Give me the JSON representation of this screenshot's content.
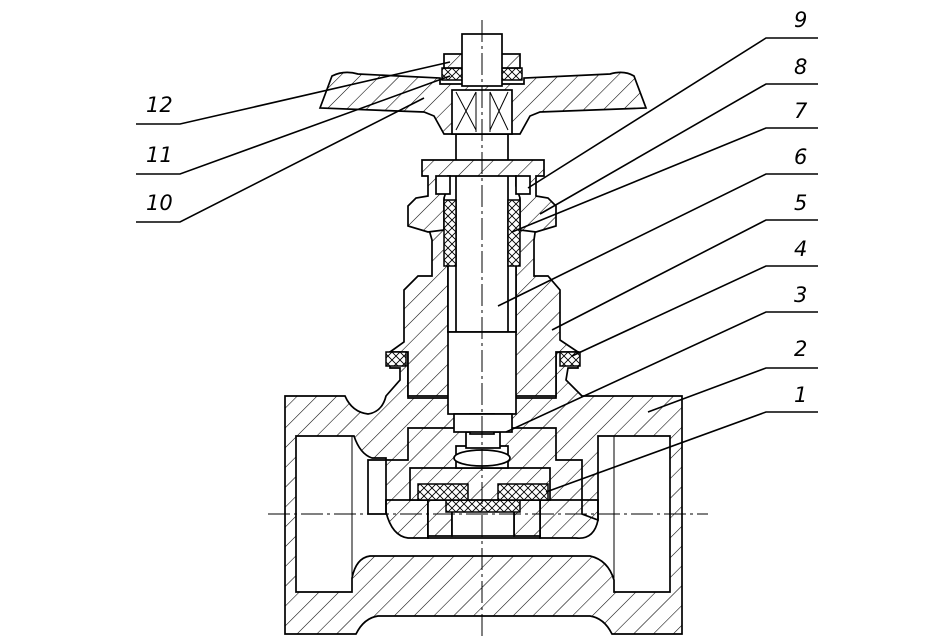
{
  "figure": {
    "callouts": [
      {
        "id": "c1",
        "label": "1"
      },
      {
        "id": "c2",
        "label": "2"
      },
      {
        "id": "c3",
        "label": "3"
      },
      {
        "id": "c4",
        "label": "4"
      },
      {
        "id": "c5",
        "label": "5"
      },
      {
        "id": "c6",
        "label": "6"
      },
      {
        "id": "c7",
        "label": "7"
      },
      {
        "id": "c8",
        "label": "8"
      },
      {
        "id": "c9",
        "label": "9"
      },
      {
        "id": "c10",
        "label": "10"
      },
      {
        "id": "c11",
        "label": "11"
      },
      {
        "id": "c12",
        "label": "12"
      }
    ]
  }
}
